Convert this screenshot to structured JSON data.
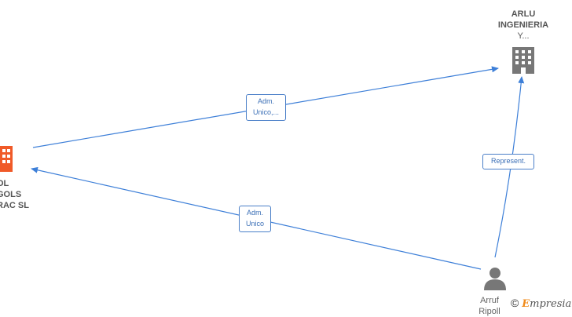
{
  "nodes": {
    "arlu": {
      "lines": [
        "ARLU",
        "INGENIERIA",
        "Y..."
      ],
      "icon": "building-icon",
      "color": "#777777"
    },
    "left_company": {
      "lines": [
        "OL",
        "GOLS",
        "RAC  SL"
      ],
      "icon": "building-icon",
      "color": "#f05a28"
    },
    "person": {
      "lines": [
        "Arruf",
        "Ripoll"
      ],
      "icon": "person-icon",
      "color": "#777777"
    }
  },
  "edges": [
    {
      "lines": [
        "Adm.",
        "Unico,..."
      ]
    },
    {
      "lines": [
        "Adm.",
        "Unico"
      ]
    },
    {
      "lines": [
        "Represent."
      ]
    }
  ],
  "colors": {
    "edge": "#3d7fd8"
  },
  "watermark": {
    "symbol": "©",
    "brand_initial": "E",
    "brand_rest": "mpresia"
  }
}
